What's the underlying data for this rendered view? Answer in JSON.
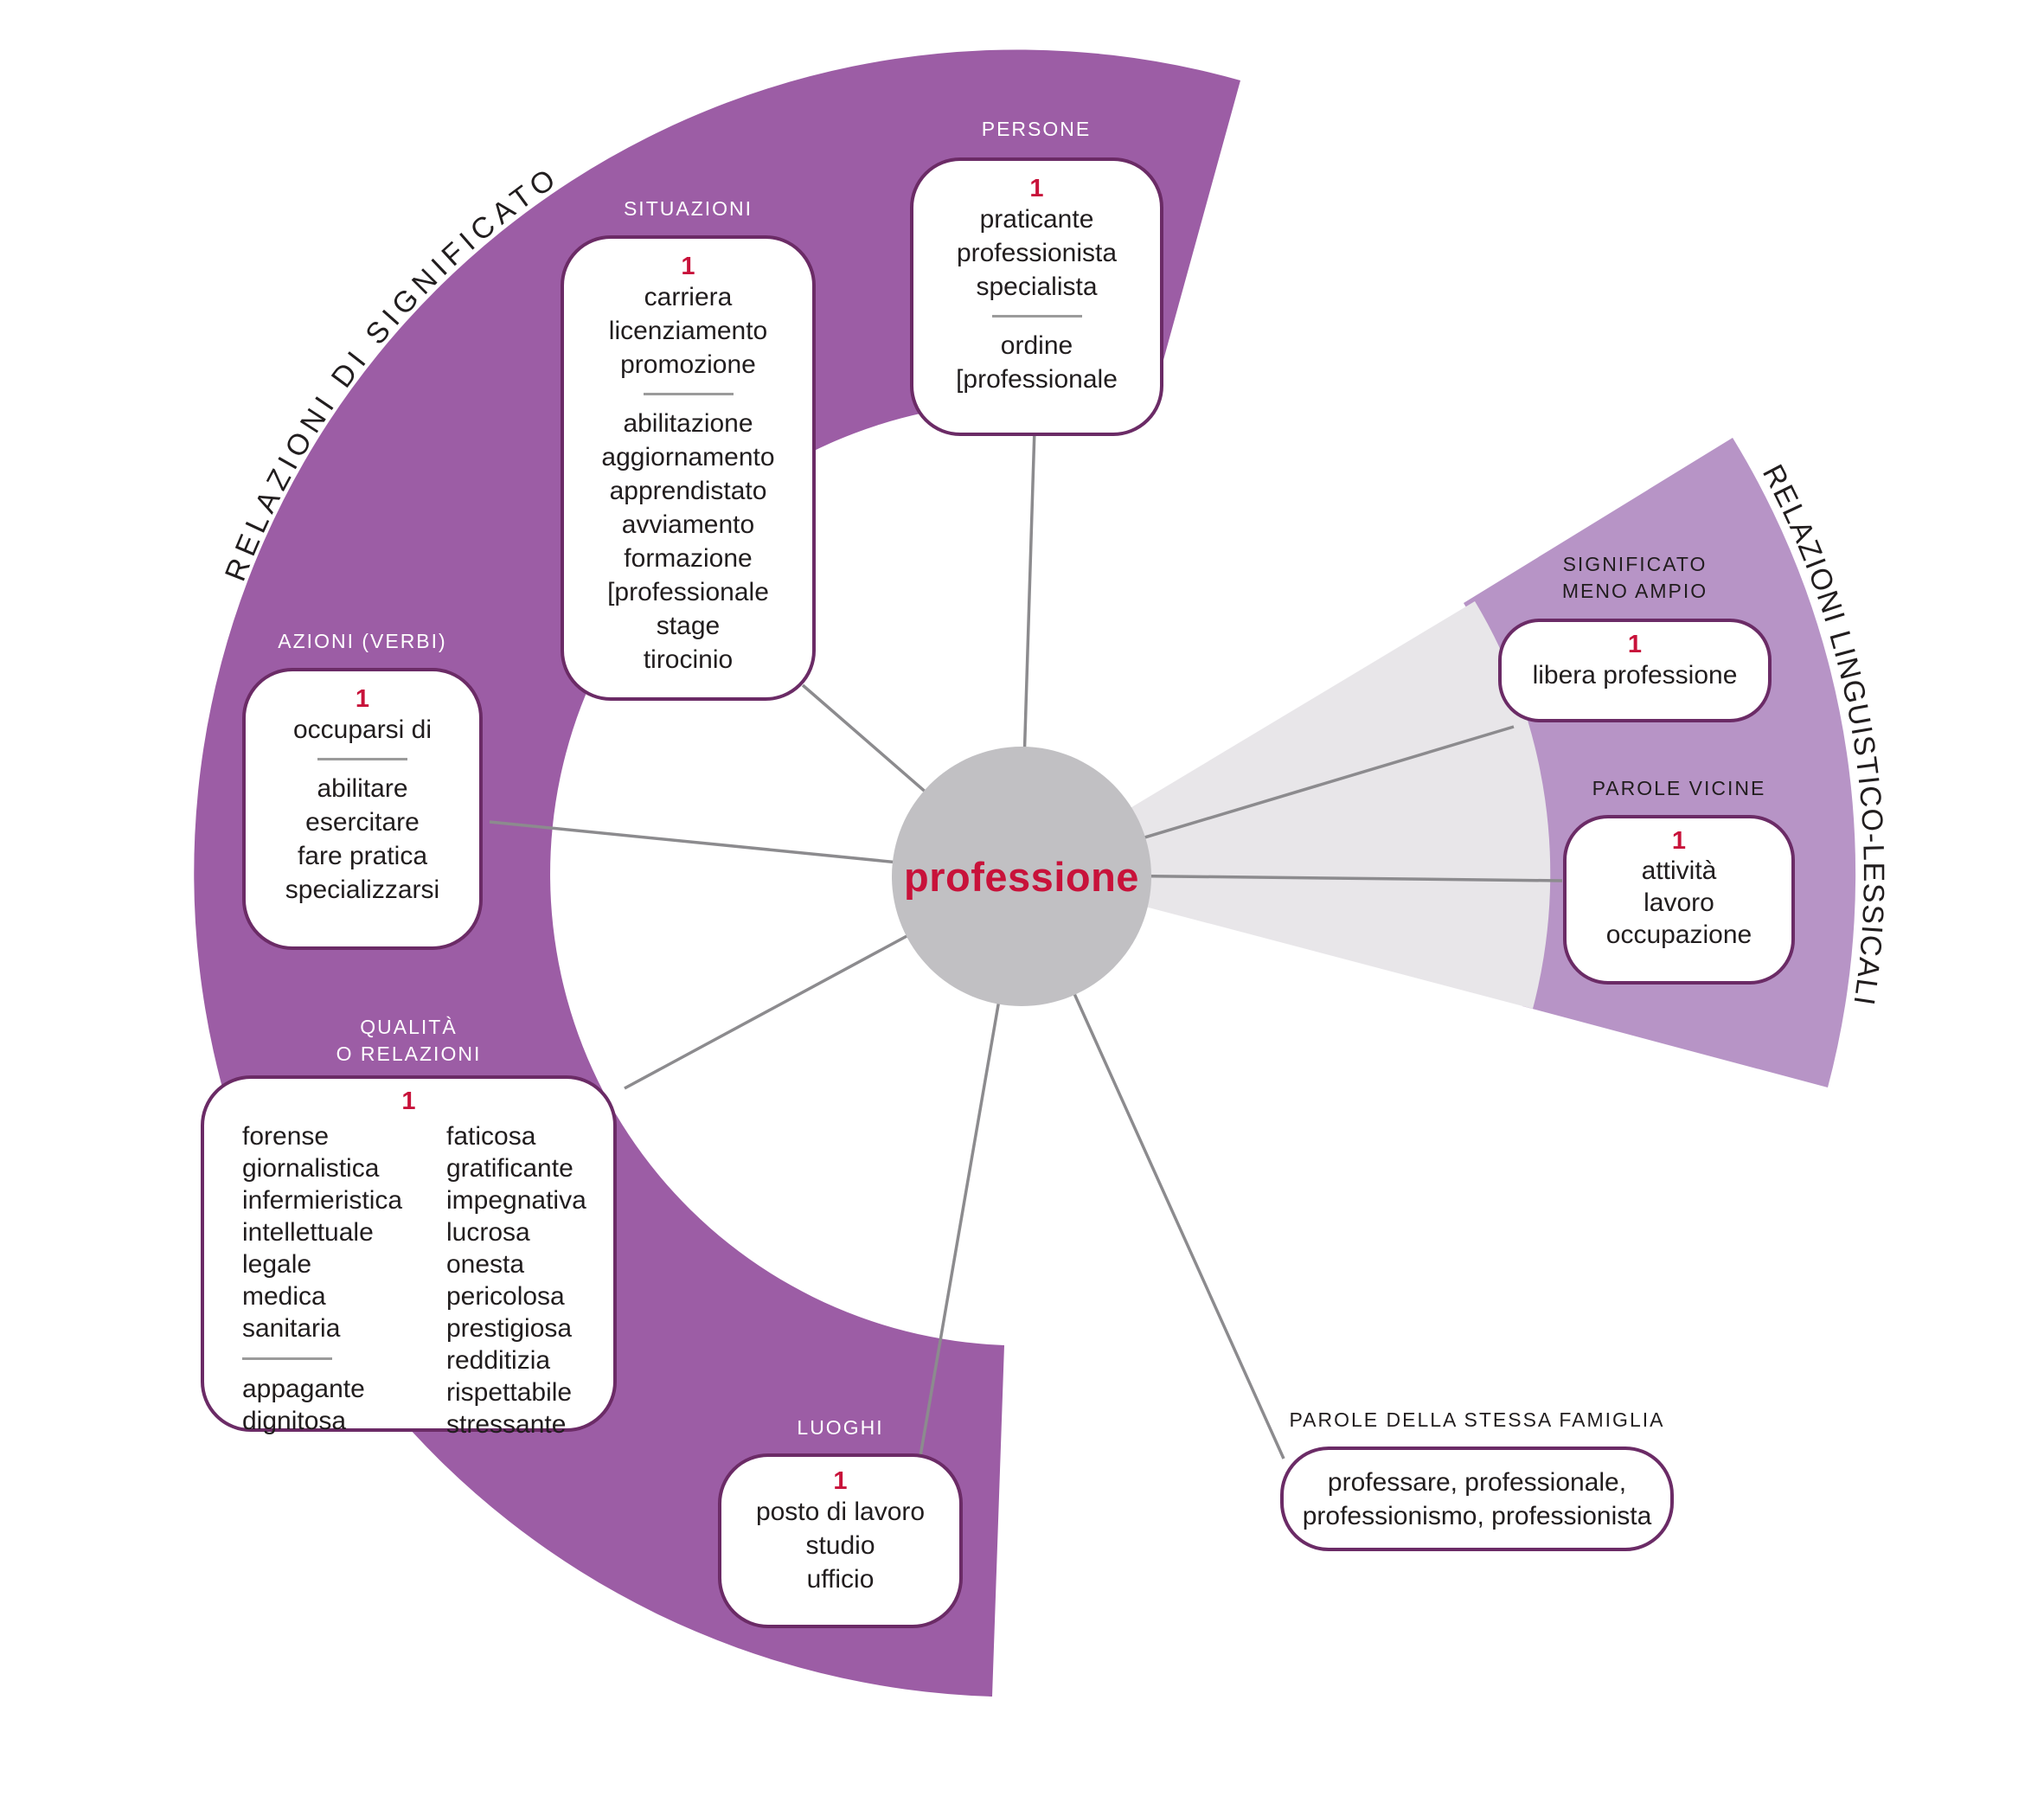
{
  "colors": {
    "purple_dark": "#9C5DA5",
    "purple_light": "#B794C6",
    "wedge_gray": "#E8E6E9",
    "circle_gray": "#C1C0C3",
    "line_gray": "#8C8B8E",
    "box_border": "#6B2B66",
    "red": "#C8123A",
    "text_dark": "#211D1E",
    "divider_gray": "#9B9B9B"
  },
  "center": {
    "term": "professione"
  },
  "arcs": {
    "left_label": "RELAZIONI DI SIGNIFICATO",
    "right_label": "RELAZIONI LINGUISTICO-LESSICALI"
  },
  "groups": {
    "persone": {
      "label": "PERSONE",
      "number": "1",
      "main": [
        "praticante",
        "professionista",
        "specialista"
      ],
      "secondary": [
        "ordine",
        "[professionale"
      ]
    },
    "situazioni": {
      "label": "SITUAZIONI",
      "number": "1",
      "main": [
        "carriera",
        "licenziamento",
        "promozione"
      ],
      "secondary": [
        "abilitazione",
        "aggiornamento",
        "apprendistato",
        "avviamento",
        "formazione",
        "[professionale",
        "stage",
        "tirocinio"
      ]
    },
    "azioni": {
      "label": "AZIONI (VERBI)",
      "number": "1",
      "main": [
        "occuparsi di"
      ],
      "secondary": [
        "abilitare",
        "esercitare",
        "fare pratica",
        "specializzarsi"
      ]
    },
    "qualita": {
      "label_line1": "QUALITÀ",
      "label_line2": "O RELAZIONI",
      "number": "1",
      "col1": [
        "forense",
        "giornalistica",
        "infermieristica",
        "intellettuale",
        "legale",
        "medica",
        "sanitaria"
      ],
      "col1_secondary": [
        "appagante",
        "dignitosa"
      ],
      "col2": [
        "faticosa",
        "gratificante",
        "impegnativa",
        "lucrosa",
        "onesta",
        "pericolosa",
        "prestigiosa",
        "redditizia",
        "rispettabile",
        "stressante"
      ]
    },
    "luoghi": {
      "label": "LUOGHI",
      "number": "1",
      "main": [
        "posto di lavoro",
        "studio",
        "ufficio"
      ]
    },
    "significato_meno_ampio": {
      "label_line1": "SIGNIFICATO",
      "label_line2": "MENO AMPIO",
      "number": "1",
      "main": [
        "libera professione"
      ]
    },
    "parole_vicine": {
      "label": "PAROLE VICINE",
      "number": "1",
      "main": [
        "attività",
        "lavoro",
        "occupazione"
      ]
    },
    "parole_famiglia": {
      "label": "PAROLE DELLA STESSA FAMIGLIA",
      "main": [
        "professare, professionale,",
        "professionismo, professionista"
      ]
    }
  }
}
